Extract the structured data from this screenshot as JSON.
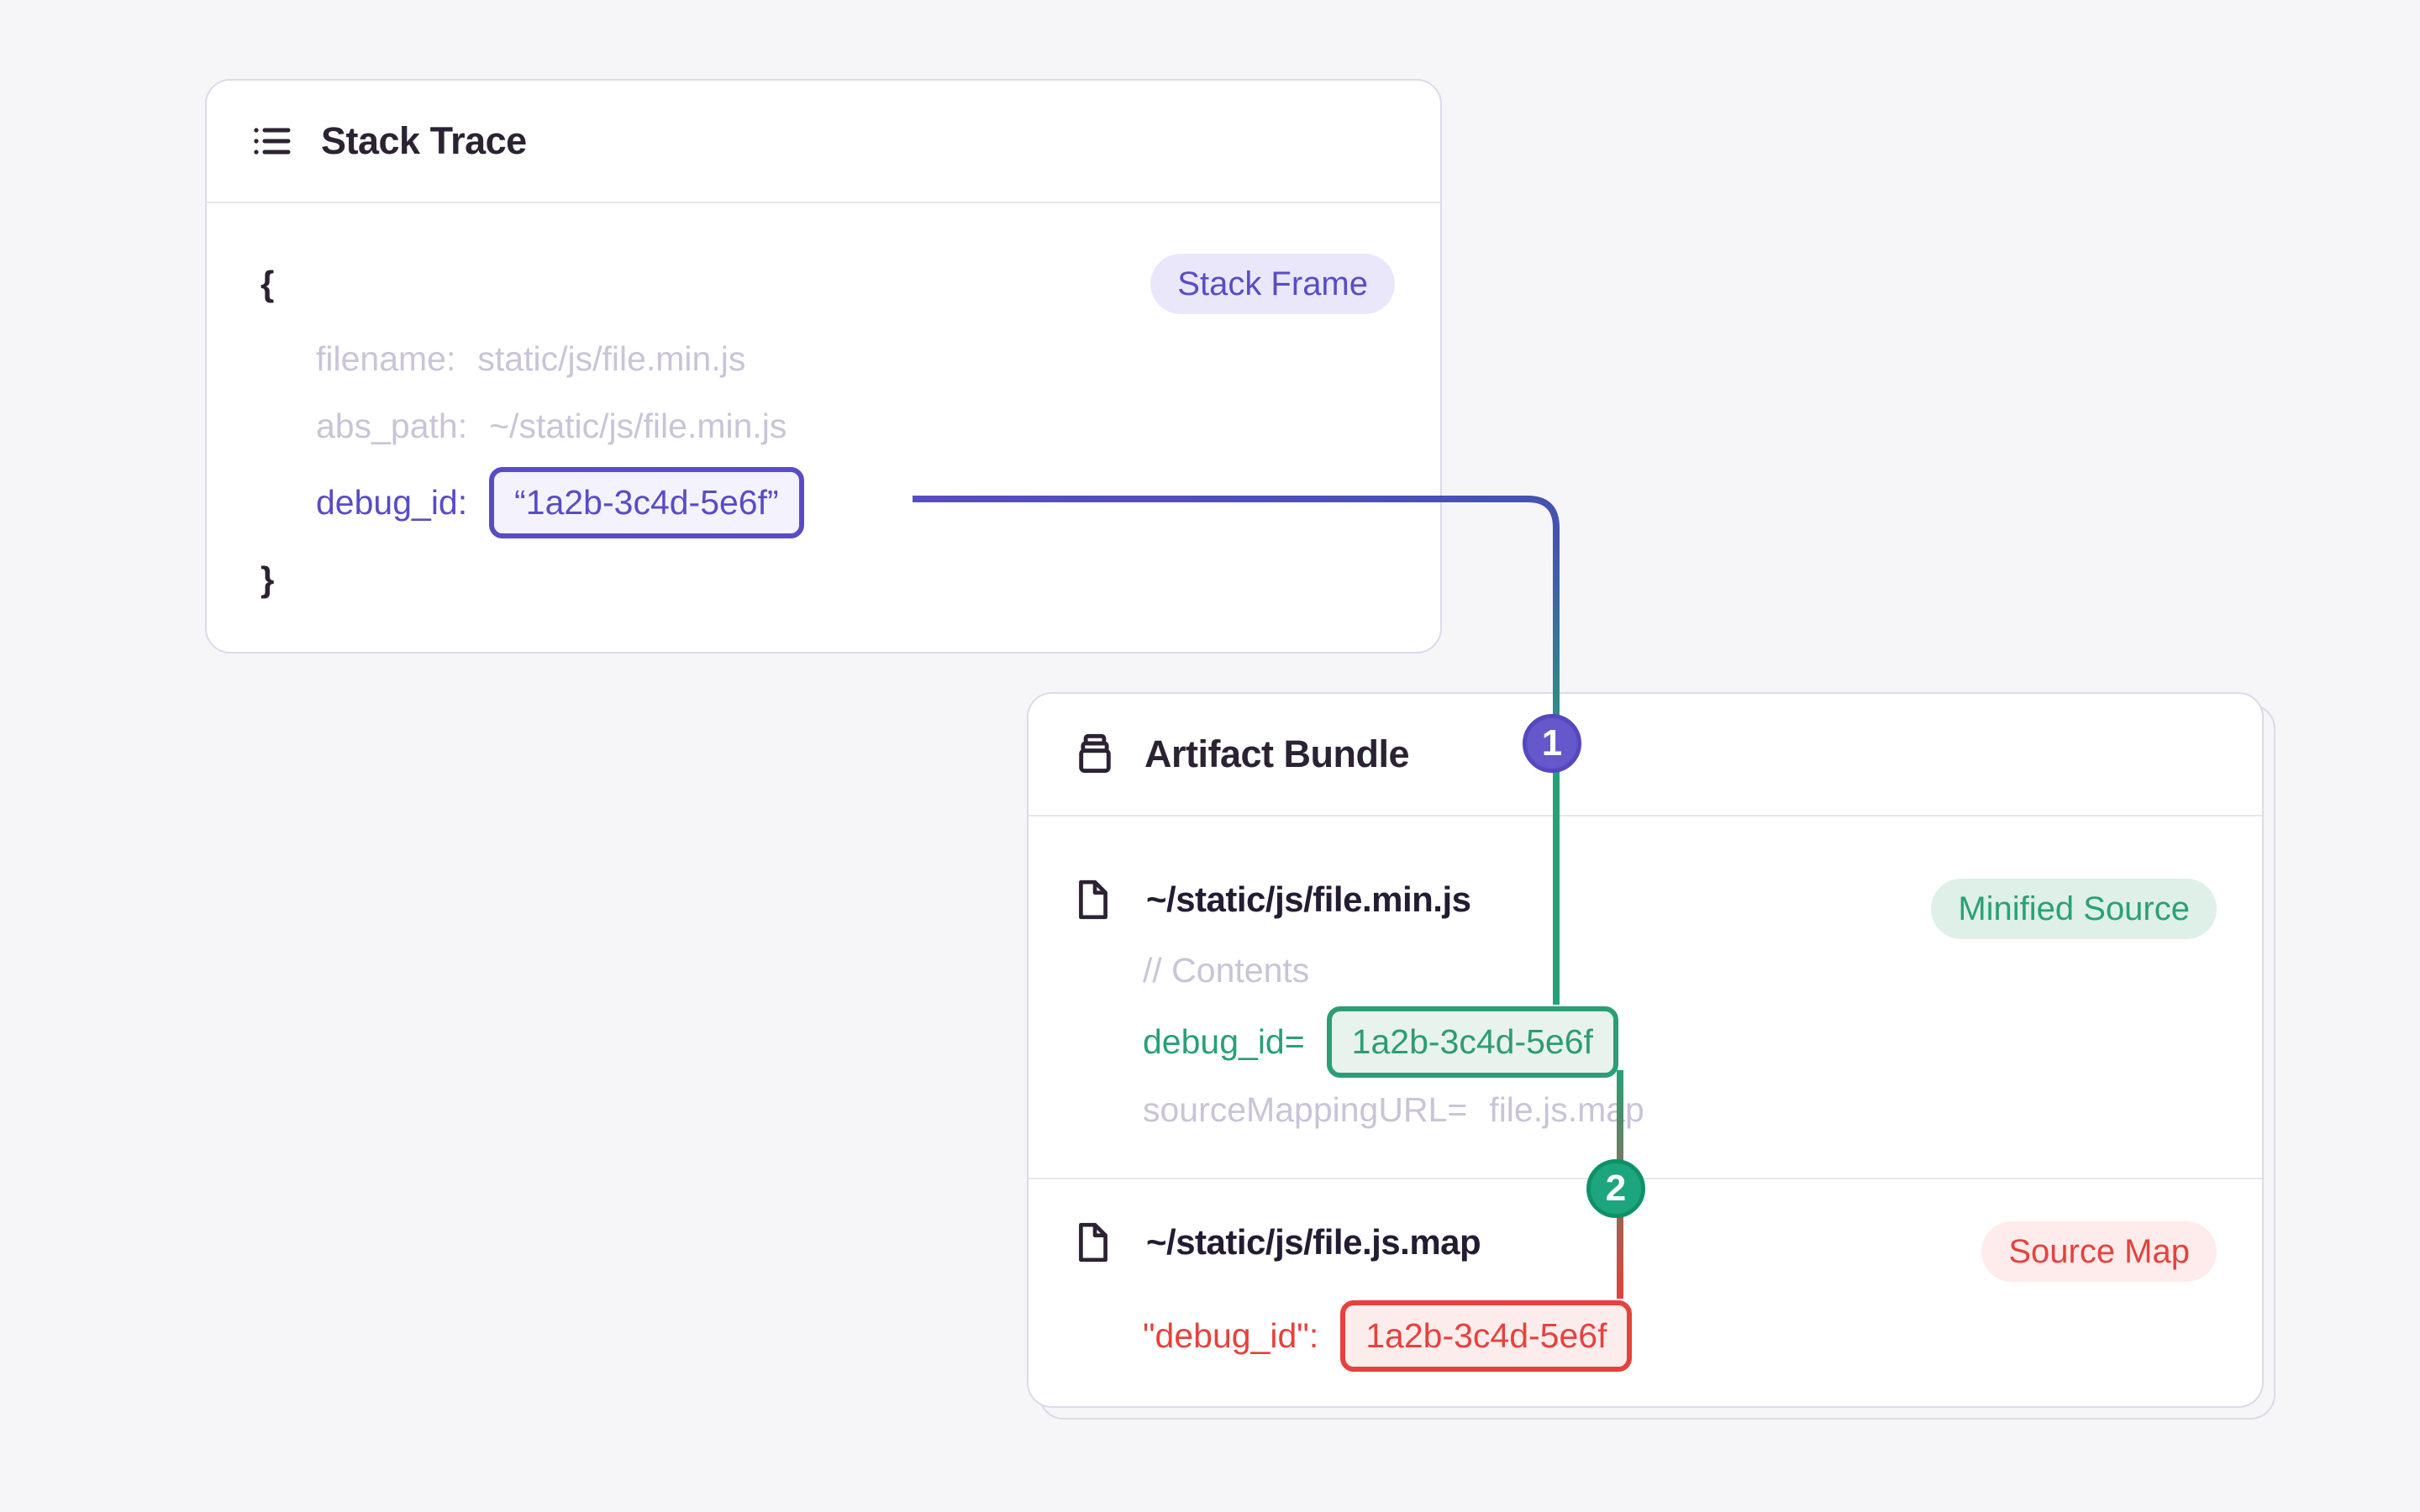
{
  "palette": {
    "background": "#f6f6f9",
    "card_border": "#ded9e8",
    "heading_text": "#2b2333",
    "muted_text": "#c9c4d7",
    "purple": "#584cc6",
    "green": "#2aa077",
    "red": "#e5423d"
  },
  "stack_trace": {
    "title": "Stack Trace",
    "badge": "Stack Frame",
    "open_brace": "{",
    "close_brace": "}",
    "lines": {
      "filename_key": "filename:",
      "filename_value": "static/js/file.min.js",
      "abs_path_key": "abs_path:",
      "abs_path_value": "~/static/js/file.min.js",
      "debug_id_key": "debug_id:",
      "debug_id_value": "“1a2b-3c4d-5e6f”"
    }
  },
  "artifact_bundle": {
    "title": "Artifact Bundle",
    "files": [
      {
        "path": "~/static/js/file.min.js",
        "badge": "Minified Source",
        "comment": "// Contents",
        "debug_key": "debug_id=",
        "debug_value": "1a2b-3c4d-5e6f",
        "mapping_key": "sourceMappingURL=",
        "mapping_value": "file.js.map"
      },
      {
        "path": "~/static/js/file.js.map",
        "badge": "Source Map",
        "debug_key": "\"debug_id\":",
        "debug_value": "1a2b-3c4d-5e6f"
      }
    ]
  },
  "connectors": {
    "marker1": "1",
    "marker2": "2"
  }
}
